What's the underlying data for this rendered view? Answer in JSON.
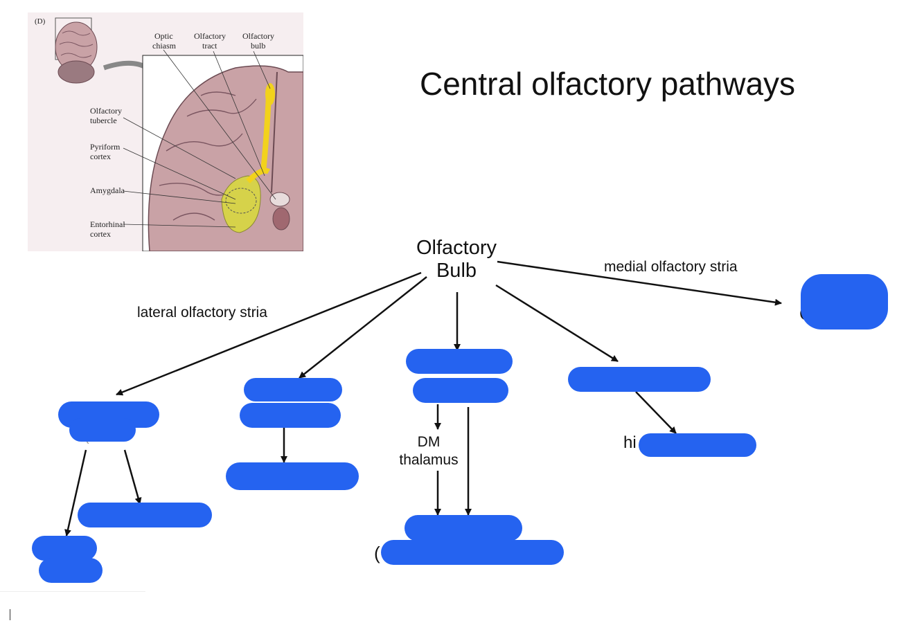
{
  "figure": {
    "panel_label": "(D)",
    "labels": {
      "optic_chiasm": "Optic chiasm",
      "olfactory_tract": "Olfactory tract",
      "olfactory_bulb": "Olfactory bulb",
      "olfactory_tubercle": "Olfactory tubercle",
      "pyriform_cortex": "Pyriform cortex",
      "amygdala": "Amygdala",
      "entorhinal_cortex": "Entorhinal cortex"
    },
    "colors": {
      "brain": "#c9a2a6",
      "highlight": "#d6d24a",
      "bulb": "#f2d21c",
      "edge": "#6b4a52"
    }
  },
  "title": "Central olfactory pathways",
  "diagram": {
    "root_line1": "Olfactory",
    "root_line2": "Bulb",
    "lateral_stria": "lateral olfactory stria",
    "medial_stria": "medial olfactory stria",
    "dm_line1": "DM",
    "dm_line2": "thalamus",
    "partial_hi": "hi",
    "partial_c": "C",
    "partial_paren_right": "(",
    "partial_paren_left": "("
  },
  "colors": {
    "redaction": "#2563f0",
    "arrow": "#111111"
  }
}
